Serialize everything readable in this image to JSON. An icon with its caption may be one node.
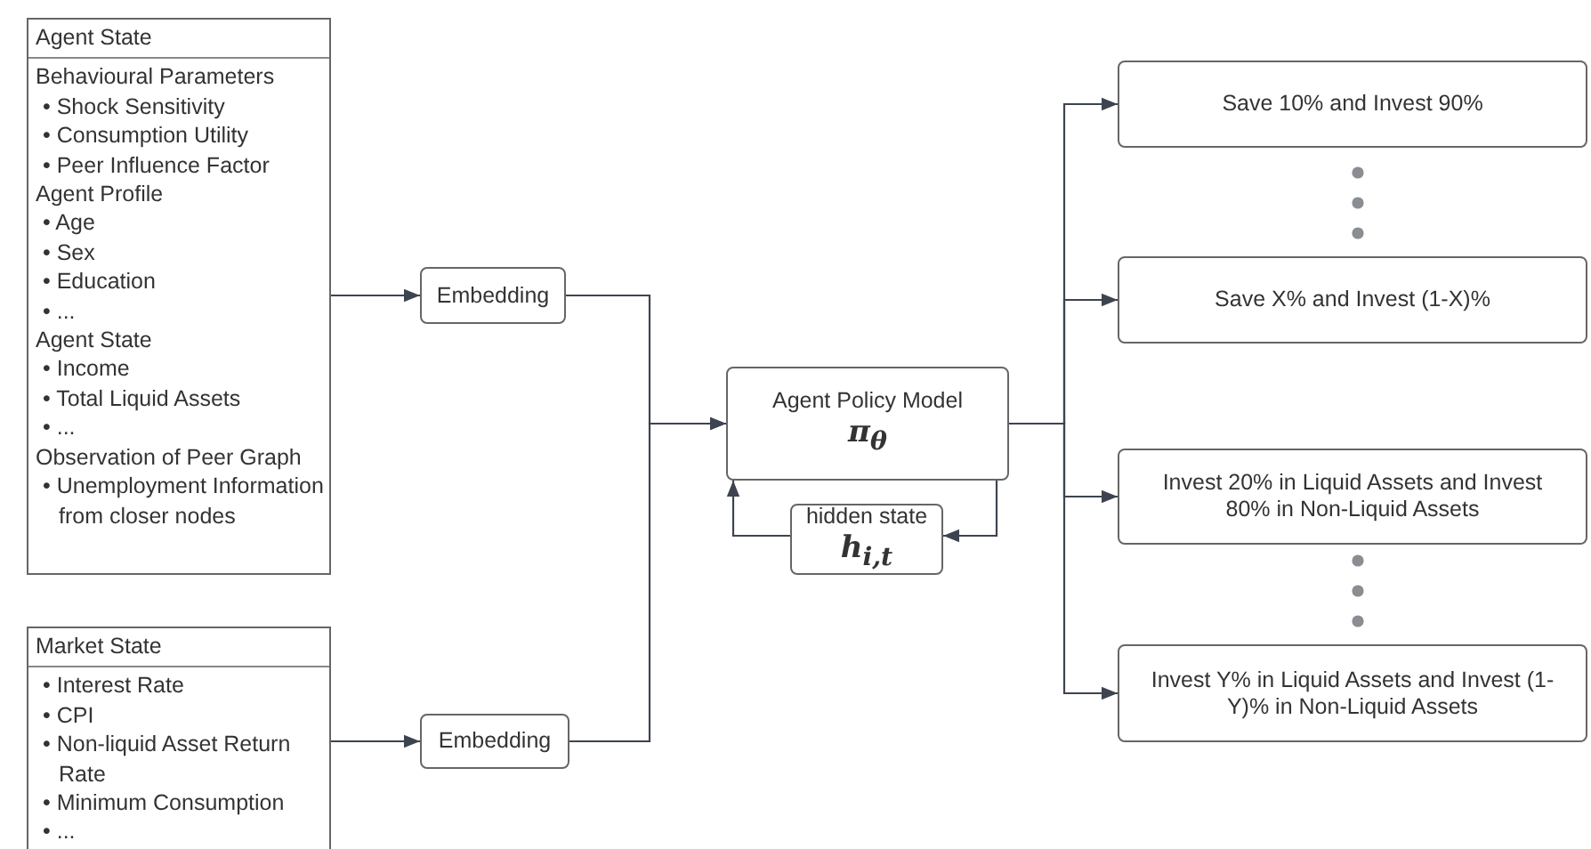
{
  "diagram": {
    "nodes": [
      {
        "text": [
          "Agent State",
          "Behavioural Parameters",
          "• Shock Sensitivity",
          "• Consumption Utility",
          "• Peer Influence Factor",
          "Agent Profile",
          "• Age",
          "• Sex",
          "• Education",
          "• ...",
          "Agent State",
          "• Income",
          "• Total Liquid Assets",
          "• ...",
          "Observation of Peer Graph",
          "• Unemployment Information from closer nodes"
        ]
      },
      {
        "text": [
          "Market State",
          "• Interest Rate",
          "• CPI",
          "• Non-liquid Asset Return Rate",
          "• Minimum Consumption",
          "• ..."
        ]
      },
      {
        "text": [
          "Embedding"
        ]
      },
      {
        "text": [
          "Embedding"
        ]
      },
      {
        "text": [
          "Agent Policy Model",
          "π$_{θ}$"
        ]
      },
      {
        "text": [
          "hidden state",
          "h$_{i,t}$"
        ]
      },
      {
        "text": [
          "Save 10% and Invest 90%"
        ]
      },
      {
        "text": [
          "Save X% and Invest (1-X)%"
        ]
      },
      {
        "text": [
          "Invest 20% in Liquid Assets and Invest 80% in Non-Liquid Assets"
        ]
      },
      {
        "text": [
          "Invest Y% in Liquid Assets and Invest (1-Y)% in Non-Liquid Assets"
        ]
      }
    ],
    "edges": [
      {
        "from": 0,
        "to": 2,
        "arrow": "to"
      },
      {
        "from": 1,
        "to": 3,
        "arrow": "to"
      },
      {
        "from": 2,
        "to": 4,
        "arrow": "to"
      },
      {
        "from": 3,
        "to": 4,
        "arrow": "to"
      },
      {
        "from": 4,
        "to": 5,
        "arrow": "to"
      },
      {
        "from": 5,
        "to": 4,
        "arrow": "to"
      },
      {
        "from": 4,
        "to": 6,
        "arrow": "to"
      },
      {
        "from": 4,
        "to": 7,
        "arrow": "to"
      },
      {
        "from": 4,
        "to": 8,
        "arrow": "to"
      },
      {
        "from": 4,
        "to": 9,
        "arrow": "to"
      }
    ]
  }
}
